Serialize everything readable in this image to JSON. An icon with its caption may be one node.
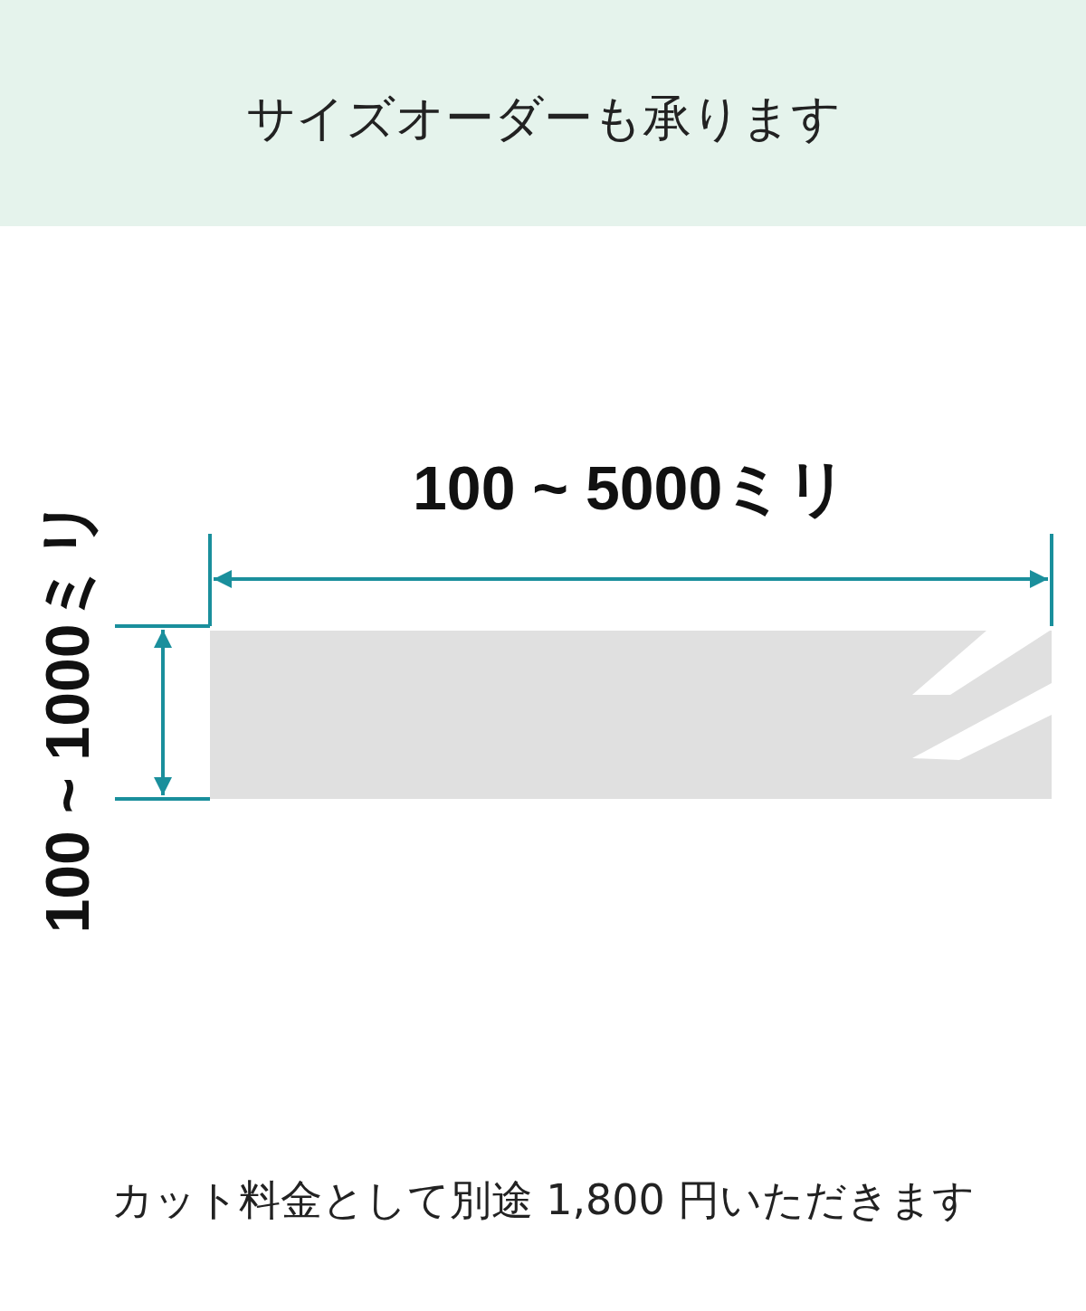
{
  "diagram": {
    "title": "サイズオーダーも承ります",
    "labels": [
      "100 ~ 5000ミリ",
      "100 ~ 1000ミリ"
    ],
    "caption": "カット料金として別途 1,800 円いただきます"
  }
}
